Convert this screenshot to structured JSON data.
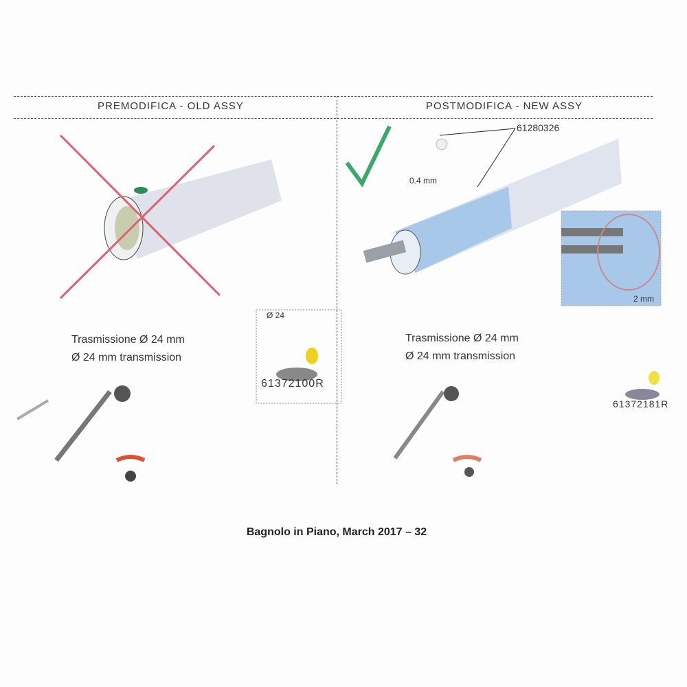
{
  "left": {
    "header": "PREMODIFICA - OLD ASSY",
    "caption_it": "Trasmissione Ø 24 mm",
    "caption_en": "Ø 24 mm transmission",
    "part_code": "61372100R",
    "dim_label": "Ø 24"
  },
  "right": {
    "header": "POSTMODIFICA - NEW ASSY",
    "part_ref": "61280326",
    "gap_label": "0.4 mm",
    "detail_label": "2 mm",
    "caption_it": "Trasmissione Ø 24 mm",
    "caption_en": "Ø 24 mm transmission",
    "part_code": "61372181R"
  },
  "footer": "Bagnolo in Piano, March 2017 – 32",
  "colors": {
    "cross": "#e06070",
    "check": "#3aa86a",
    "tube": "#d8dde8",
    "tube_blue": "#a8c8ea"
  }
}
